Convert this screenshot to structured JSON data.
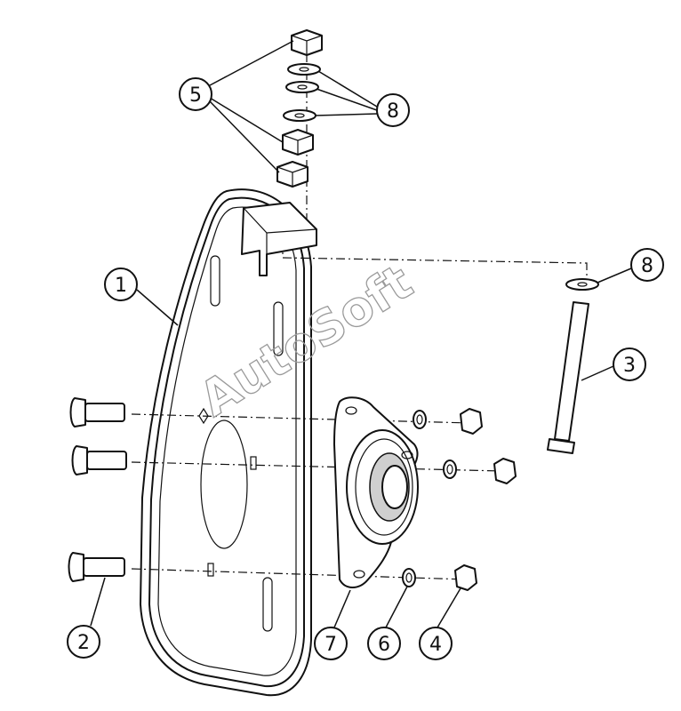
{
  "callouts": {
    "c1": "1",
    "c2": "2",
    "c3": "3",
    "c4": "4",
    "c5": "5",
    "c6": "6",
    "c7": "7",
    "c8a": "8",
    "c8b": "8"
  },
  "watermark": "AutoSoft",
  "colors": {
    "line": "#111111",
    "watermark": "#9a9a9a",
    "background": "#ffffff"
  }
}
